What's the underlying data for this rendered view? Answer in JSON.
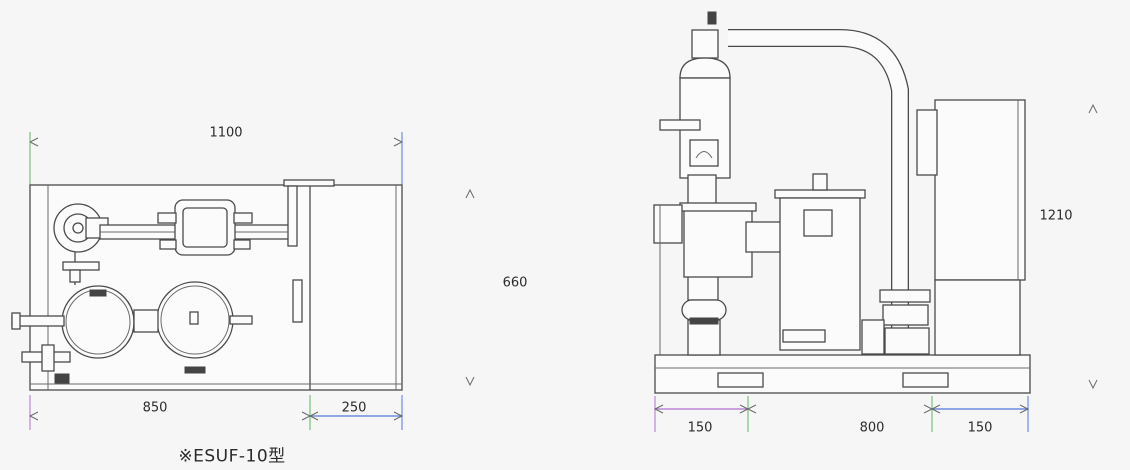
{
  "diagram": {
    "left_view": {
      "dimensions": {
        "overall_width": "1100",
        "height": "660",
        "segment_left": "850",
        "segment_right": "250"
      },
      "caption": "※ESUF-10型"
    },
    "right_view": {
      "dimensions": {
        "height": "1210",
        "base_left": "150",
        "base_middle": "800",
        "base_right": "150"
      }
    },
    "colors": {
      "dim_red": "#e05050",
      "dim_green": "#5cb860",
      "dim_blue": "#5577dd",
      "dim_purple": "#b070d0",
      "line": "#4a4a4a"
    }
  }
}
